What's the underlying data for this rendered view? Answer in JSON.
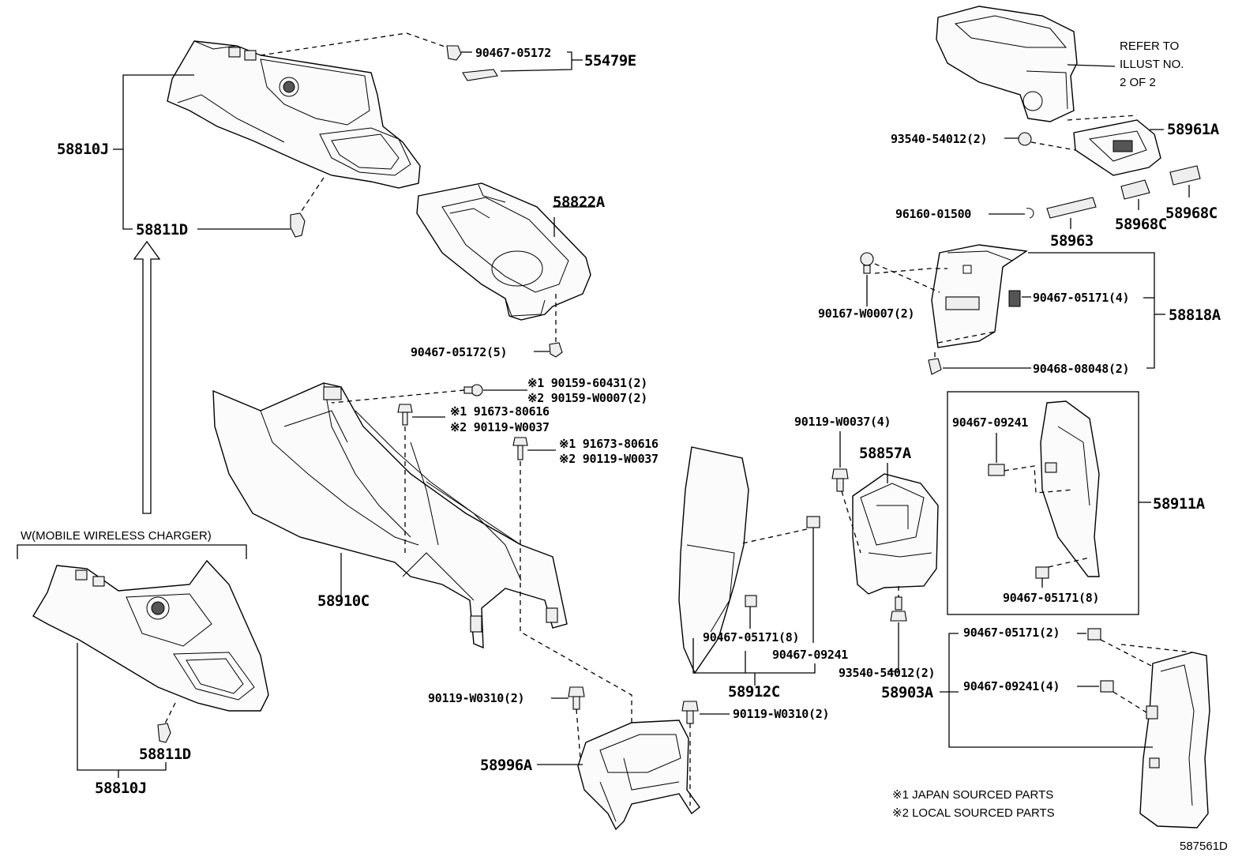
{
  "diagram": {
    "labels": {
      "p55479E": "55479E",
      "p90467_05172": "90467-05172",
      "p58810J_top": "58810J",
      "p58811D_top": "58811D",
      "p58822A": "58822A",
      "p90467_05172_5": "90467-05172(5)",
      "n1_90159_60431": "※1 90159-60431(2)",
      "n2_90159_W0007": "※2 90159-W0007(2)",
      "n1_91673_a": "※1 91673-80616",
      "n2_90119_a": "※2 90119-W0037",
      "n1_91673_b": "※1 91673-80616",
      "n2_90119_b": "※2 90119-W0037",
      "w_mobile": "W(MOBILE WIRELESS CHARGER)",
      "p58910C": "58910C",
      "p58811D_bot": "58811D",
      "p58810J_bot": "58810J",
      "p90119_W0310_left": "90119-W0310(2)",
      "p90119_W0310_right": "90119-W0310(2)",
      "p58996A": "58996A",
      "refer1": "REFER TO",
      "refer2": "ILLUST NO.",
      "refer3": "2 OF 2",
      "p93540_top": "93540-54012(2)",
      "p58961A": "58961A",
      "p96160": "96160-01500",
      "p58963": "58963",
      "p58968C_a": "58968C",
      "p58968C_b": "58968C",
      "p90167": "90167-W0007(2)",
      "p90467_05171_4": "90467-05171(4)",
      "p58818A": "58818A",
      "p90468": "90468-08048(2)",
      "p90119_W0037_4": "90119-W0037(4)",
      "p58857A": "58857A",
      "p90467_09241_box": "90467-09241",
      "p90467_05171_8_box": "90467-05171(8)",
      "p58911A": "58911A",
      "p90467_05171_8_mid": "90467-05171(8)",
      "p90467_09241_mid": "90467-09241",
      "p93540_bot": "93540-54012(2)",
      "p58912C": "58912C",
      "p90467_05171_2": "90467-05171(2)",
      "p58903A": "58903A",
      "p90467_09241_4": "90467-09241(4)",
      "legend1": "※1 JAPAN SOURCED PARTS",
      "legend2": "※2 LOCAL SOURCED PARTS",
      "figure_code": "587561D"
    }
  }
}
